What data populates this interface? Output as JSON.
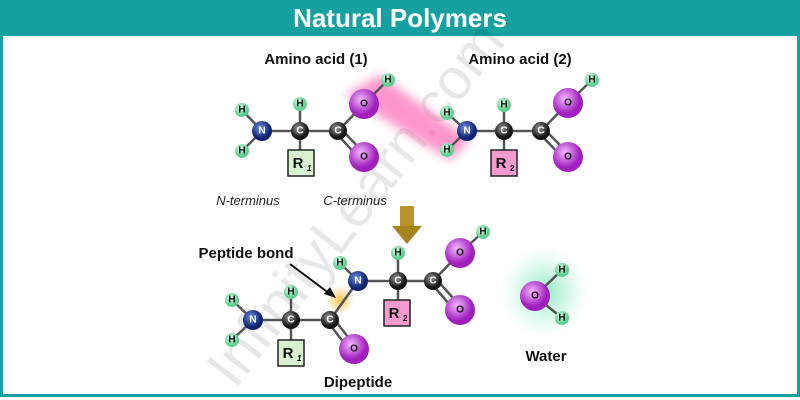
{
  "title": "Natural Polymers",
  "labels": {
    "amino_acid_1": "Amino acid (1)",
    "amino_acid_2": "Amino acid (2)",
    "n_terminus": "N-terminus",
    "c_terminus": "C-terminus",
    "peptide_bond": "Peptide bond",
    "water": "Water",
    "dipeptide": "Dipeptide"
  },
  "atoms": {
    "H": "H",
    "N": "N",
    "C": "C",
    "O": "O",
    "R1": "R",
    "R1_sub": "1",
    "R2": "R",
    "R2_sub": "2"
  },
  "watermark": "InfinityLearn.com",
  "colors": {
    "title_bar": "#17a0a0",
    "hydrogen": "#7fe0a8",
    "nitrogen": "#1f3f9a",
    "carbon": "#333333",
    "oxygen": "#c23fd6",
    "r1_box": "#d8f2d0",
    "r2_box": "#f59ad0",
    "arrow": "#a8841e"
  }
}
